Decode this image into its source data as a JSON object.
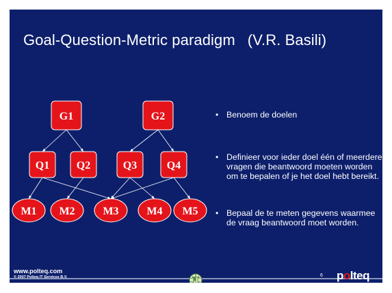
{
  "slide": {
    "title": "Goal-Question-Metric paradigm",
    "author": "(V.R. Basili)"
  },
  "diagram": {
    "goals": [
      "G1",
      "G2"
    ],
    "questions": [
      "Q1",
      "Q2",
      "Q3",
      "Q4"
    ],
    "metrics": [
      "M1",
      "M2",
      "M3",
      "M4",
      "M5"
    ],
    "node_color": "#e5141b",
    "edge_color": "#ffffff",
    "edges": [
      [
        "G1",
        "Q1"
      ],
      [
        "G1",
        "Q2"
      ],
      [
        "G2",
        "Q3"
      ],
      [
        "G2",
        "Q4"
      ],
      [
        "Q1",
        "M1"
      ],
      [
        "Q1",
        "M3"
      ],
      [
        "Q2",
        "M2"
      ],
      [
        "Q3",
        "M3"
      ],
      [
        "Q3",
        "M4"
      ],
      [
        "Q4",
        "M3"
      ],
      [
        "Q4",
        "M5"
      ]
    ]
  },
  "bullets": [
    "Benoem de doelen",
    "Definieer voor ieder doel één of meerdere vragen die beantwoord moeten worden om te bepalen of je het doel hebt bereikt.",
    "Bepaal de te meten gegevens waarmee de vraag beantwoord moet worden."
  ],
  "footer": {
    "url": "www.polteq.com",
    "copyright": "© 2007 Polteq IT Services B.V.",
    "page_number": "6",
    "logo_text_a": "p",
    "logo_text_b": "o",
    "logo_text_c": "lteq",
    "globe_icon": "globe-icon"
  },
  "colors": {
    "background": "#0d1f6b",
    "accent": "#e5141b",
    "text": "#ffffff"
  }
}
